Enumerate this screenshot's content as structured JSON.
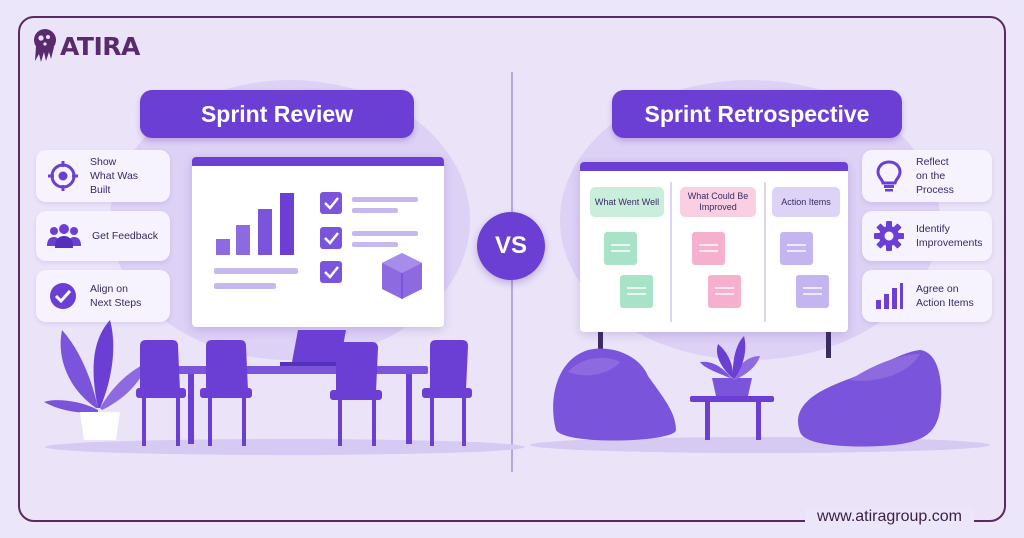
{
  "brand": {
    "name": "ATIRA",
    "website": "www.atiragroup.com"
  },
  "vs_label": "VS",
  "sprint_review": {
    "title": "Sprint Review",
    "items": [
      {
        "icon": "target-icon",
        "text": "Show\nWhat Was Built"
      },
      {
        "icon": "team-icon",
        "text": "Get Feedback"
      },
      {
        "icon": "checkmark-icon",
        "text": "Align on\nNext Steps"
      }
    ]
  },
  "sprint_retrospective": {
    "title": "Sprint Retrospective",
    "columns": [
      {
        "label": "What Went Well",
        "color": "#c9efdc"
      },
      {
        "label": "What Could Be\nImproved",
        "color": "#f8d0e2"
      },
      {
        "label": "Action Items",
        "color": "#dcd3f7"
      }
    ],
    "items": [
      {
        "icon": "lightbulb-icon",
        "text": "Reflect\non the Process"
      },
      {
        "icon": "gear-icon",
        "text": "Identify\nImprovements"
      },
      {
        "icon": "bar-chart-icon",
        "text": "Agree on\nAction Items"
      }
    ]
  },
  "colors": {
    "accent": "#6b3fd4",
    "frame": "#5b2a63",
    "background": "#ebe4f9"
  }
}
